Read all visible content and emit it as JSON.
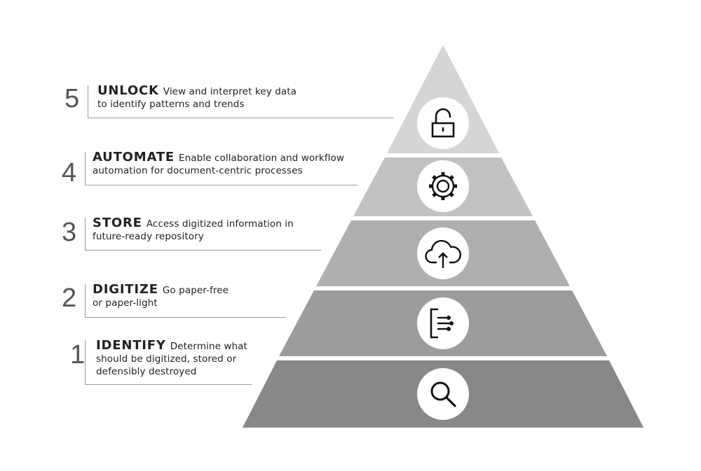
{
  "steps": [
    {
      "number": "5",
      "title": "UNLOCK",
      "desc_line1": "View and interpret key data",
      "desc_line2": "to identify patterns and trends",
      "icon": "unlock-icon",
      "color": "#d5d5d5"
    },
    {
      "number": "4",
      "title": "AUTOMATE",
      "desc_line1": "Enable collaboration and workflow",
      "desc_line2": "automation for document-centric processes",
      "icon": "gear-icon",
      "color": "#c2c2c2"
    },
    {
      "number": "3",
      "title": "STORE",
      "desc_line1": "Access digitized information in",
      "desc_line2": "future-ready repository",
      "icon": "cloud-upload-icon",
      "color": "#afafaf"
    },
    {
      "number": "2",
      "title": "DIGITIZE",
      "desc_line1": "Go paper-free",
      "desc_line2": "or paper-light",
      "icon": "document-icon",
      "color": "#9c9c9c"
    },
    {
      "number": "1",
      "title": "IDENTIFY",
      "desc_line1": "Determine what",
      "desc_line2": "should be digitized, stored or",
      "desc_line3": "defensibly destroyed",
      "icon": "search-icon",
      "color": "#888888"
    }
  ]
}
